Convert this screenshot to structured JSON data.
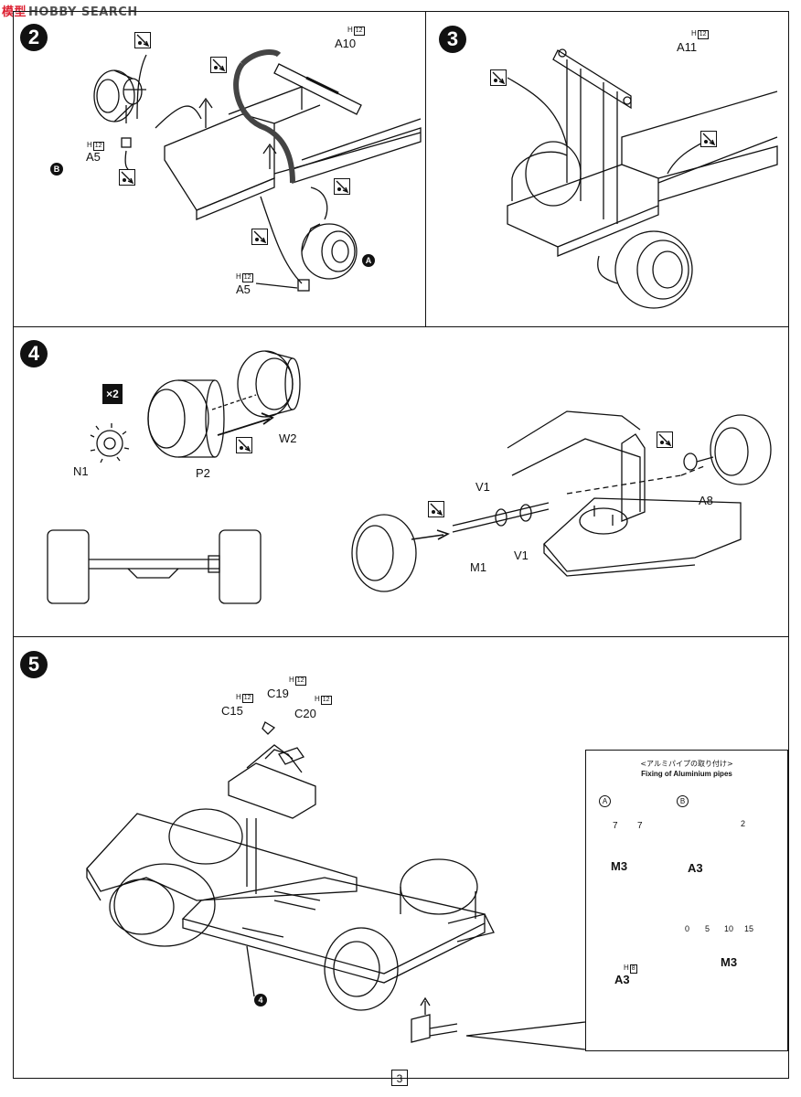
{
  "watermark": {
    "cn": "模型",
    "text": "HOBBY SEARCH"
  },
  "steps": {
    "s2": {
      "number": "2",
      "labels": {
        "a10": "A10",
        "a5_top": "A5",
        "a5_bottom": "A5",
        "b": "B",
        "a": "A"
      },
      "sup": "H",
      "supbox": "12"
    },
    "s3": {
      "number": "3",
      "labels": {
        "a11": "A11"
      },
      "sup": "H",
      "supbox": "12"
    },
    "s4": {
      "number": "4",
      "multiplier": "×2",
      "labels": {
        "n1": "N1",
        "p2": "P2",
        "w2": "W2",
        "v1_top": "V1",
        "v1_bottom": "V1",
        "m1": "M1",
        "a8": "A8"
      }
    },
    "s5": {
      "number": "5",
      "labels": {
        "c15": "C15",
        "c19": "C19",
        "c20": "C20",
        "ref4": "4"
      },
      "sup": "H",
      "supbox": "12"
    }
  },
  "inset": {
    "title_jp": "<アルミパイプの取り付け>",
    "title_en": "Fixing of Aluminium pipes",
    "a_marker": "A",
    "b_marker": "B",
    "dim7a": "7",
    "dim7b": "7",
    "dim2": "2",
    "m3_left": "M3",
    "a3_mid": "A3",
    "ruler": [
      "0",
      "5",
      "10",
      "15"
    ],
    "a3_bottom": "A3",
    "a3_sup": "H",
    "a3_supbox": "8",
    "m3_bottom": "M3"
  },
  "page_number": "3"
}
